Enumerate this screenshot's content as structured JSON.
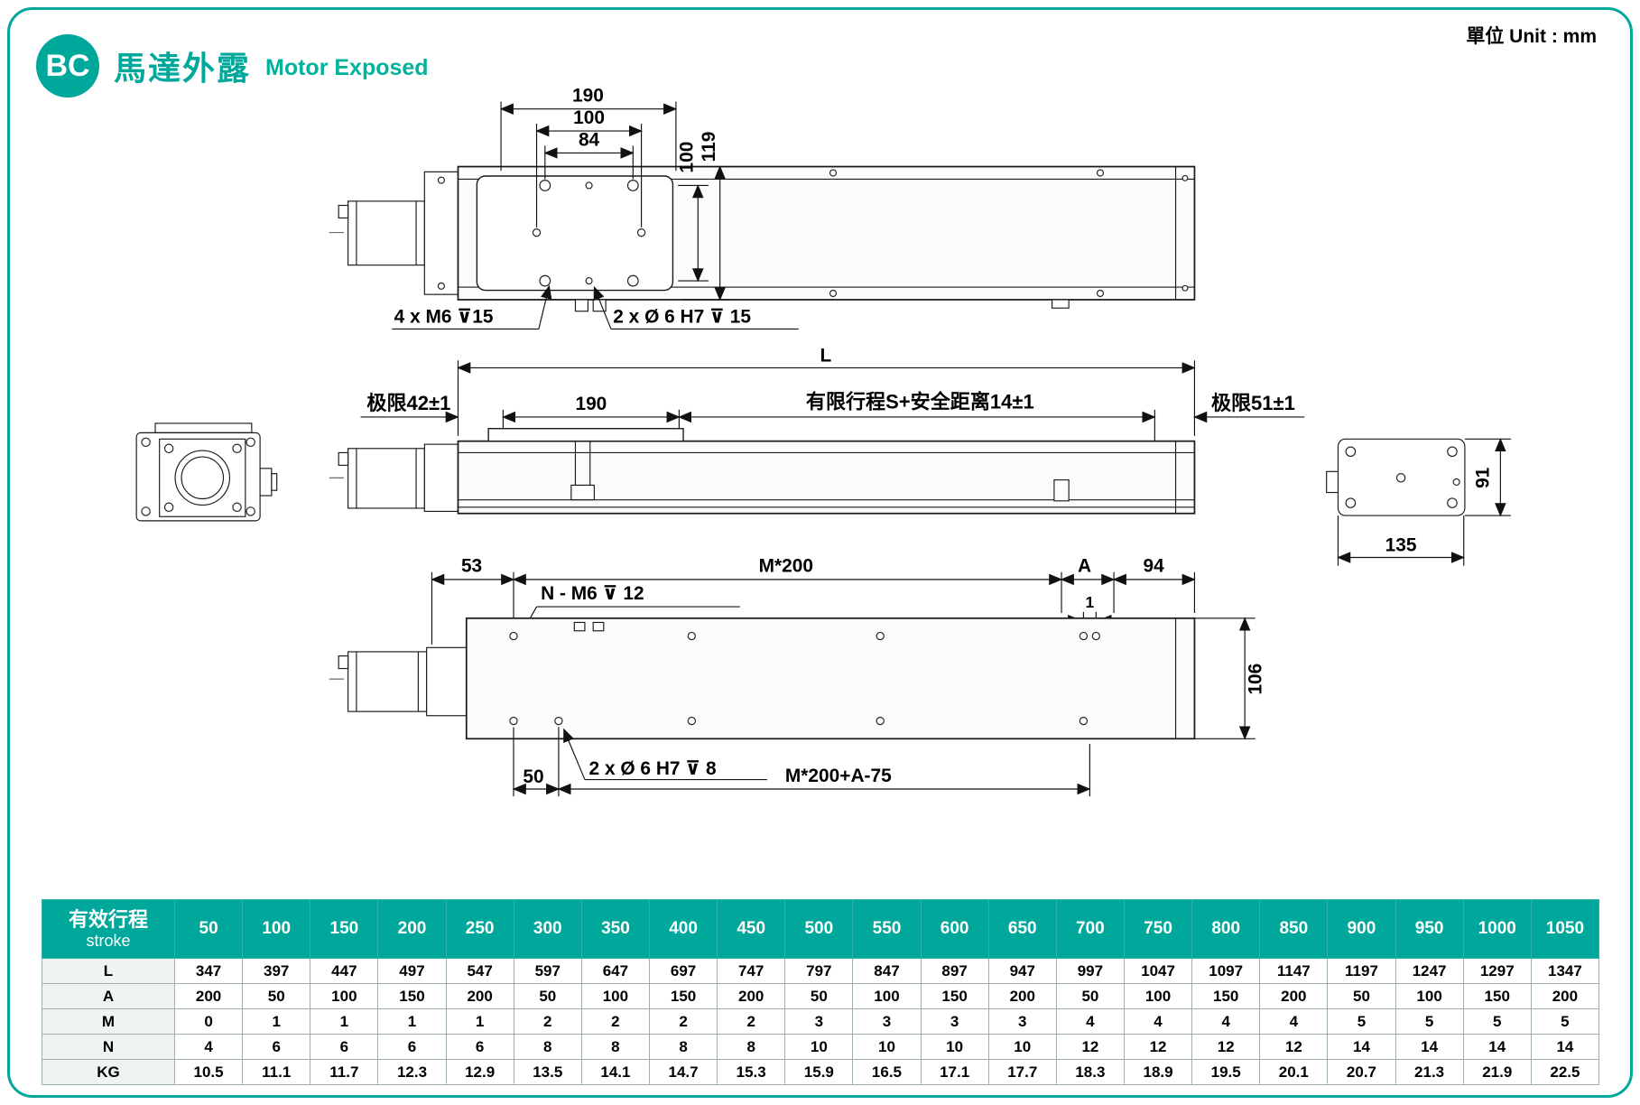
{
  "colors": {
    "accent": "#00a79b"
  },
  "page": {
    "badge": "BC",
    "title_zh": "馬達外露",
    "title_en": "Motor Exposed",
    "unit_label": "單位 Unit : mm"
  },
  "drawing": {
    "top_view": {
      "dim_190": "190",
      "dim_100h": "100",
      "dim_84": "84",
      "dim_100v": "100",
      "dim_119": "119",
      "callout_m6": "4 x M6 ⊽15",
      "callout_pin": "2 x Ø 6 H7 ⊽ 15"
    },
    "side_view": {
      "dim_L": "L",
      "limit_left": "极限42±1",
      "dim_190": "190",
      "stroke_note": "有限行程S+安全距离14±1",
      "limit_right": "极限51±1"
    },
    "right_view": {
      "dim_91": "91",
      "dim_135": "135"
    },
    "bottom_view": {
      "dim_53": "53",
      "dim_m200": "M*200",
      "dim_A": "A",
      "dim_94": "94",
      "callout_n": "N - M6 ⊽ 12",
      "dim_1": "1",
      "dim_106": "106",
      "dim_50": "50",
      "callout_pin": "2 x Ø 6 H7 ⊽ 8",
      "dim_m200a": "M*200+A-75"
    }
  },
  "table": {
    "header_zh": "有效行程",
    "header_en": "stroke",
    "strokes": [
      "50",
      "100",
      "150",
      "200",
      "250",
      "300",
      "350",
      "400",
      "450",
      "500",
      "550",
      "600",
      "650",
      "700",
      "750",
      "800",
      "850",
      "900",
      "950",
      "1000",
      "1050"
    ],
    "rows": [
      {
        "label": "L",
        "values": [
          "347",
          "397",
          "447",
          "497",
          "547",
          "597",
          "647",
          "697",
          "747",
          "797",
          "847",
          "897",
          "947",
          "997",
          "1047",
          "1097",
          "1147",
          "1197",
          "1247",
          "1297",
          "1347"
        ]
      },
      {
        "label": "A",
        "values": [
          "200",
          "50",
          "100",
          "150",
          "200",
          "50",
          "100",
          "150",
          "200",
          "50",
          "100",
          "150",
          "200",
          "50",
          "100",
          "150",
          "200",
          "50",
          "100",
          "150",
          "200"
        ]
      },
      {
        "label": "M",
        "values": [
          "0",
          "1",
          "1",
          "1",
          "1",
          "2",
          "2",
          "2",
          "2",
          "3",
          "3",
          "3",
          "3",
          "4",
          "4",
          "4",
          "4",
          "5",
          "5",
          "5",
          "5"
        ]
      },
      {
        "label": "N",
        "values": [
          "4",
          "6",
          "6",
          "6",
          "6",
          "8",
          "8",
          "8",
          "8",
          "10",
          "10",
          "10",
          "10",
          "12",
          "12",
          "12",
          "12",
          "14",
          "14",
          "14",
          "14"
        ]
      },
      {
        "label": "KG",
        "values": [
          "10.5",
          "11.1",
          "11.7",
          "12.3",
          "12.9",
          "13.5",
          "14.1",
          "14.7",
          "15.3",
          "15.9",
          "16.5",
          "17.1",
          "17.7",
          "18.3",
          "18.9",
          "19.5",
          "20.1",
          "20.7",
          "21.3",
          "21.9",
          "22.5"
        ]
      }
    ]
  }
}
